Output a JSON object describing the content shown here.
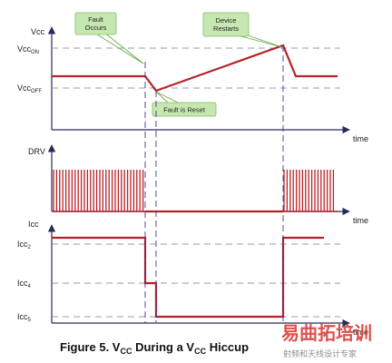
{
  "panels": {
    "vcc": {
      "axis_label": "Vcc",
      "levels": {
        "on": "Vcc",
        "on_sub": "ON",
        "off": "Vcc",
        "off_sub": "OFF"
      },
      "time_label": "time"
    },
    "drv": {
      "axis_label": "DRV",
      "time_label": "time"
    },
    "icc": {
      "axis_label": "Icc",
      "levels": {
        "l2": "Icc",
        "l2_sub": "2",
        "l4": "Icc",
        "l4_sub": "4",
        "l5": "Icc",
        "l5_sub": "5"
      },
      "time_label": "time"
    }
  },
  "callouts": {
    "fault_line1": "Fault",
    "fault_line2": "Occurs",
    "reset": "Fault is Reset",
    "restart_line1": "Device",
    "restart_line2": "Restarts"
  },
  "caption": {
    "p1": "Figure 5. V",
    "s1": "CC",
    "p2": " During a V",
    "s2": "CC",
    "p3": " Hiccup"
  },
  "watermark": {
    "main": "易曲拓培训",
    "sub": "射频和天线设计专家"
  },
  "colors": {
    "trace": "#b5222a",
    "axis": "#2a2a5a",
    "callout_fill": "#c7e7b1",
    "callout_stroke": "#7fbf5f",
    "dash": "#7a7a9a",
    "guide": "#3a3a8a"
  }
}
